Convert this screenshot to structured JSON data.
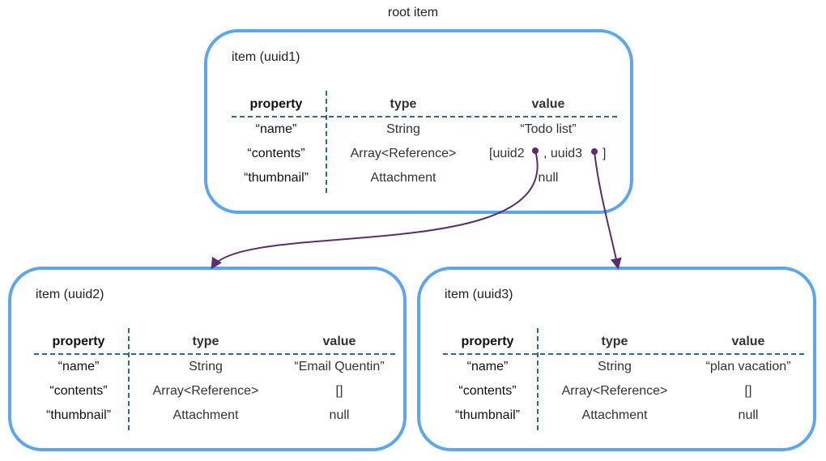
{
  "caption": "root item",
  "headers": {
    "property": "property",
    "type": "type",
    "value": "value"
  },
  "boxes": {
    "root": {
      "title": "item (uuid1)",
      "rows": [
        {
          "property": "“name”",
          "type": "String",
          "value": "“Todo list”"
        },
        {
          "property": "“contents”",
          "type": "Array<Reference>",
          "value_parts": [
            "[uuid2",
            ", uuid3",
            "]"
          ]
        },
        {
          "property": "“thumbnail”",
          "type": "Attachment",
          "value": "null"
        }
      ]
    },
    "child1": {
      "title": "item (uuid2)",
      "rows": [
        {
          "property": "“name”",
          "type": "String",
          "value": "“Email Quentin”"
        },
        {
          "property": "“contents”",
          "type": "Array<Reference>",
          "value": "[]"
        },
        {
          "property": "“thumbnail”",
          "type": "Attachment",
          "value": "null"
        }
      ]
    },
    "child2": {
      "title": "item (uuid3)",
      "rows": [
        {
          "property": "“name”",
          "type": "String",
          "value": "“plan vacation”"
        },
        {
          "property": "“contents”",
          "type": "Array<Reference>",
          "value": "[]"
        },
        {
          "property": "“thumbnail”",
          "type": "Attachment",
          "value": "null"
        }
      ]
    }
  },
  "colors": {
    "box_border": "#5aa7ef",
    "divider": "#2d6b8c",
    "arrow": "#5b2d6e"
  }
}
